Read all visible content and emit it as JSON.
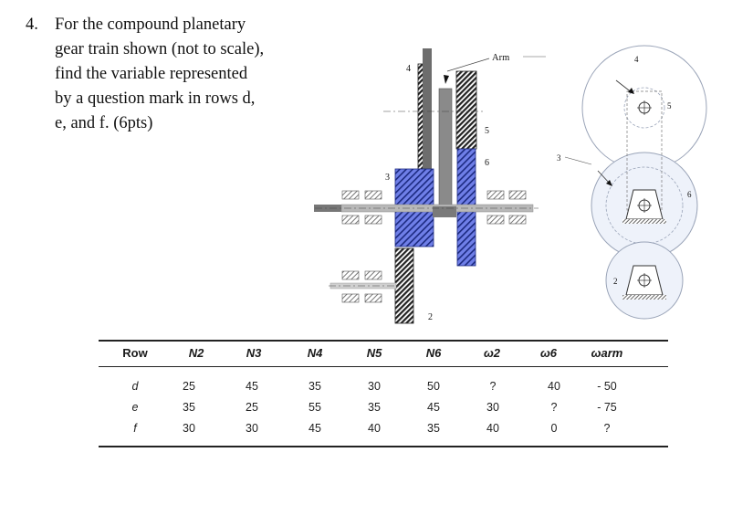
{
  "problem": {
    "number": "4.",
    "lines": [
      "For the compound planetary",
      "gear train shown (not to scale),",
      "find the variable represented",
      "by a question mark in rows d,",
      "e, and f. (6pts)"
    ]
  },
  "diagram_labels": {
    "left_4": "4",
    "left_3": "3",
    "left_arm": "Arm",
    "left_5": "5",
    "left_6": "6",
    "left_2": "2",
    "right_4": "4",
    "right_5": "5",
    "right_3": "3",
    "right_6": "6",
    "right_2": "2"
  },
  "table": {
    "headers": [
      "Row",
      "N2",
      "N3",
      "N4",
      "N5",
      "N6",
      "ω2",
      "ω6",
      "ωarm"
    ],
    "rows": [
      [
        "d",
        "25",
        "45",
        "35",
        "30",
        "50",
        "?",
        "40",
        "- 50"
      ],
      [
        "e",
        "35",
        "25",
        "55",
        "35",
        "45",
        "30",
        "?",
        "- 75"
      ],
      [
        "f",
        "30",
        "30",
        "45",
        "40",
        "35",
        "40",
        "0",
        "?"
      ]
    ]
  }
}
